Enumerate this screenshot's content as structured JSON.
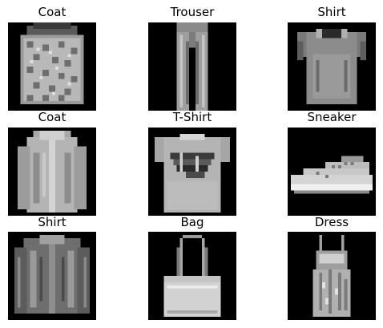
{
  "grid": {
    "panels": [
      {
        "label": "Coat",
        "item": "coat"
      },
      {
        "label": "Trouser",
        "item": "trouser"
      },
      {
        "label": "Shirt",
        "item": "shirt"
      },
      {
        "label": "Coat",
        "item": "coat"
      },
      {
        "label": "T-Shirt",
        "item": "t-shirt"
      },
      {
        "label": "Sneaker",
        "item": "sneaker"
      },
      {
        "label": "Shirt",
        "item": "shirt"
      },
      {
        "label": "Bag",
        "item": "bag"
      },
      {
        "label": "Dress",
        "item": "dress"
      }
    ]
  },
  "colors": {
    "background": "#000000",
    "title": "#000000",
    "page": "#ffffff"
  }
}
